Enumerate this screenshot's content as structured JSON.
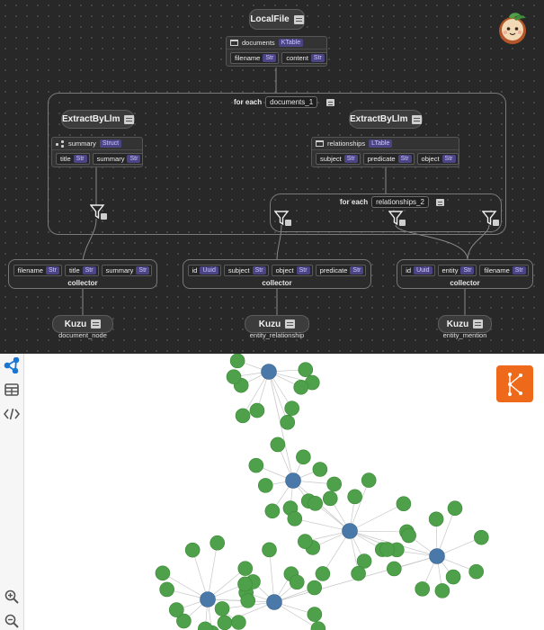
{
  "flow": {
    "source": {
      "name": "LocalFile"
    },
    "documents_table": {
      "name": "documents",
      "type": "KTable",
      "fields": [
        {
          "name": "filename",
          "type": "Str"
        },
        {
          "name": "content",
          "type": "Str"
        }
      ]
    },
    "foreach_outer": {
      "label": "for each",
      "name": "documents_1"
    },
    "extract_left": {
      "name": "ExtractByLlm",
      "output": {
        "name": "summary",
        "type": "Struct",
        "fields": [
          {
            "name": "title",
            "type": "Str"
          },
          {
            "name": "summary",
            "type": "Str"
          }
        ]
      }
    },
    "extract_right": {
      "name": "ExtractByLlm",
      "output": {
        "name": "relationships",
        "type": "LTable",
        "fields": [
          {
            "name": "subject",
            "type": "Str"
          },
          {
            "name": "predicate",
            "type": "Str"
          },
          {
            "name": "object",
            "type": "Str"
          }
        ]
      }
    },
    "foreach_inner": {
      "label": "for each",
      "name": "relationships_2"
    },
    "collectors": [
      {
        "label": "collector",
        "fields": [
          {
            "name": "filename",
            "type": "Str"
          },
          {
            "name": "title",
            "type": "Str"
          },
          {
            "name": "summary",
            "type": "Str"
          }
        ]
      },
      {
        "label": "collector",
        "fields": [
          {
            "name": "id",
            "type": "Uuid"
          },
          {
            "name": "subject",
            "type": "Str"
          },
          {
            "name": "object",
            "type": "Str"
          },
          {
            "name": "predicate",
            "type": "Str"
          }
        ]
      },
      {
        "label": "collector",
        "fields": [
          {
            "name": "id",
            "type": "Uuid"
          },
          {
            "name": "entity",
            "type": "Str"
          },
          {
            "name": "filename",
            "type": "Str"
          }
        ]
      }
    ],
    "sinks": [
      {
        "name": "Kuzu",
        "label": "document_node"
      },
      {
        "name": "Kuzu",
        "label": "entity_relationship"
      },
      {
        "name": "Kuzu",
        "label": "entity_mention"
      }
    ]
  },
  "graph_explorer": {
    "tools": [
      "graph-view-icon",
      "table-view-icon",
      "code-view-icon",
      "zoom-in-icon",
      "zoom-out-icon"
    ],
    "badge": "kuzu-logo",
    "node_colors": {
      "entity": "#4ea04a",
      "document": "#4a78a8"
    },
    "edge_color": "#c8c8c8"
  },
  "colors": {
    "type_tag": "#4b4586",
    "canvas": "#282828",
    "kuzu_orange": "#ee6a1a",
    "active_tool": "#1976d2"
  }
}
